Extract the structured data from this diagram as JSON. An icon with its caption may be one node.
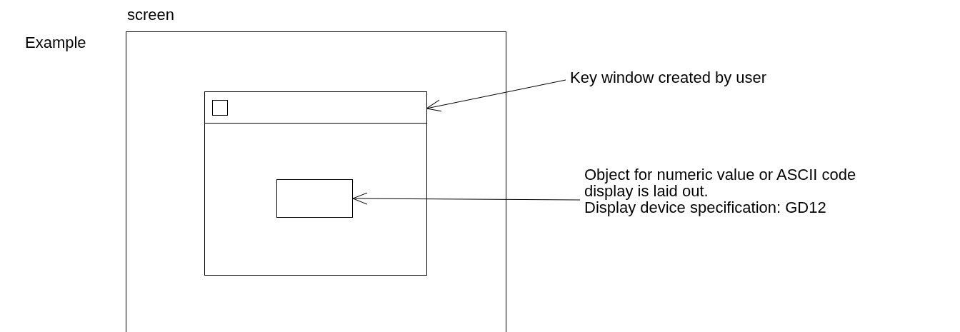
{
  "diagram": {
    "nodes": [
      {
        "text": [
          "screen"
        ]
      },
      {
        "text": [],
        "shape": "box",
        "in": 0
      },
      {
        "text": [],
        "shape": "box",
        "in": 1
      },
      {
        "text": [
          "Key window created by user"
        ]
      },
      {
        "text": [
          "Object for numeric value or ASCII code display is laid out.",
          "Display device specification: GD12"
        ]
      }
    ],
    "edges": [
      {
        "from": 3,
        "to": 1,
        "arrow": "to"
      },
      {
        "from": 4,
        "to": 2,
        "arrow": "to"
      }
    ],
    "labels": [
      "Example"
    ]
  }
}
